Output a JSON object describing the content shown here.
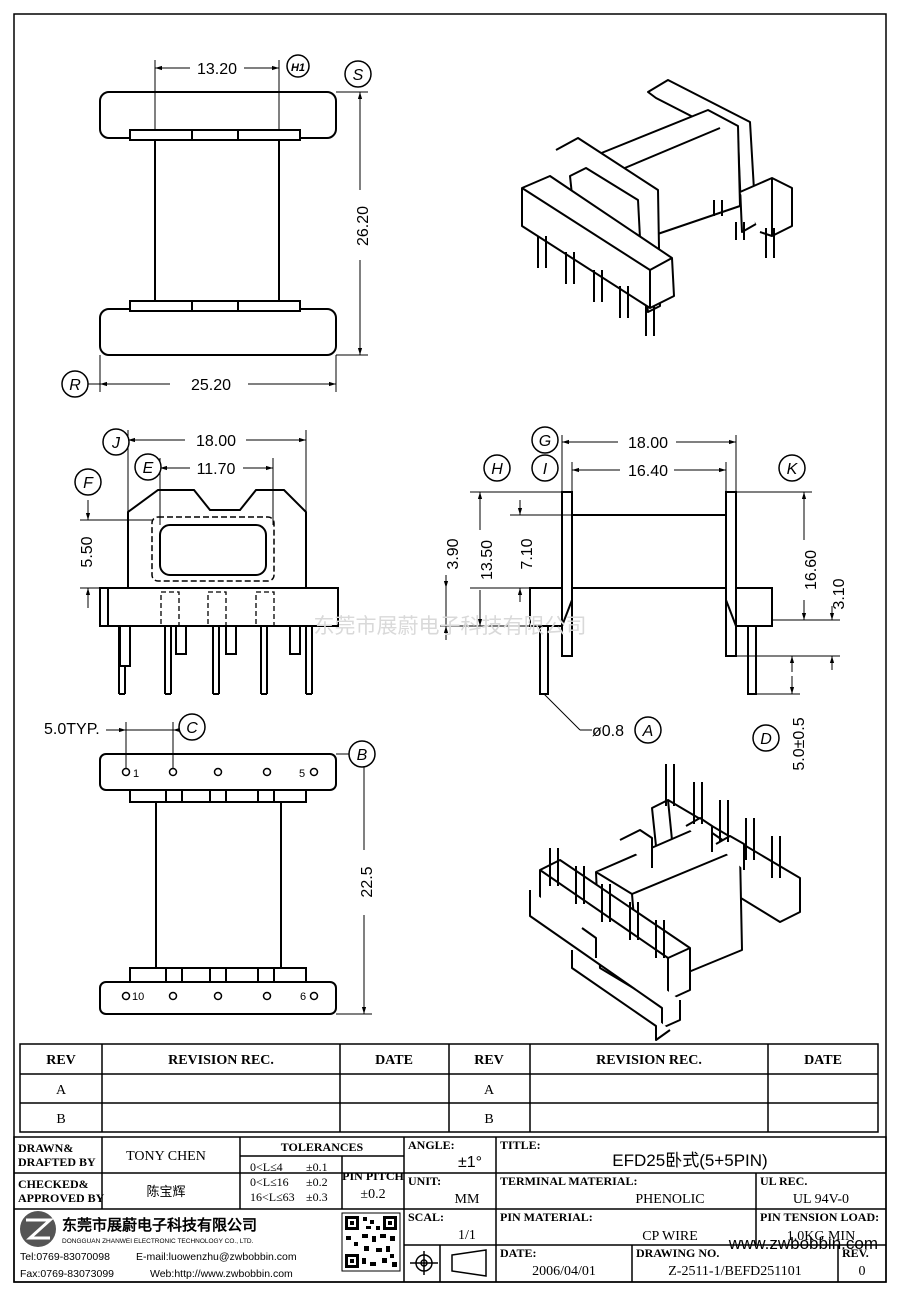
{
  "views": {
    "top": {
      "dim_width_top": "13.20",
      "dim_width_bottom": "25.20",
      "dim_height": "26.20",
      "label_h1": "H1",
      "label_s": "S",
      "label_r": "R"
    },
    "front": {
      "label_j": "J",
      "label_e": "E",
      "label_f": "F",
      "dim_overall": "18.00",
      "dim_window": "11.70",
      "dim_height": "5.50"
    },
    "side": {
      "label_g": "G",
      "label_h": "H",
      "label_i": "I",
      "label_k": "K",
      "label_a": "A",
      "label_d": "D",
      "dim_overall": "18.00",
      "dim_inner": "16.40",
      "dim_a": "3.90",
      "dim_b": "13.50",
      "dim_c": "7.10",
      "dim_d": "16.60",
      "dim_e": "3.10",
      "dim_pin_len": "5.0±0.5",
      "dim_pin_dia": "ø0.8"
    },
    "bottom": {
      "label_c": "C",
      "label_b": "B",
      "dim_pitch": "5.0TYP.",
      "dim_height": "22.5",
      "pins_top": [
        "1",
        "5"
      ],
      "pins_bottom": [
        "10",
        "6"
      ]
    }
  },
  "watermark": "东莞市展蔚电子科技有限公司",
  "watermark_url": "www.zwbobbin.com",
  "revision_table": {
    "headers": [
      "REV",
      "REVISION REC.",
      "DATE",
      "REV",
      "REVISION REC.",
      "DATE"
    ],
    "rows": [
      [
        "A",
        "",
        "",
        "A",
        "",
        ""
      ],
      [
        "B",
        "",
        "",
        "B",
        "",
        ""
      ]
    ]
  },
  "title_block": {
    "drawn_label_1": "DRAWN&",
    "drawn_label_2": "DRAFTED BY",
    "drawn_value": "TONY CHEN",
    "checked_label_1": "CHECKED&",
    "checked_label_2": "APPROVED BY",
    "checked_value": "陈宝辉",
    "tolerances_label": "TOLERANCES",
    "tol_rows": [
      [
        "0<L≤4",
        "±0.1"
      ],
      [
        "0<L≤16",
        "±0.2"
      ],
      [
        "16<L≤63",
        "±0.3"
      ]
    ],
    "pin_pitch_label_1": "PIN PITCH",
    "pin_pitch_value": "±0.2",
    "angle_label": "ANGLE:",
    "angle_value": "±1°",
    "unit_label": "UNIT:",
    "unit_value": "MM",
    "scale_label": "SCAL:",
    "scale_value": "1/1",
    "title_label": "TITLE:",
    "title_value": "EFD25卧式(5+5PIN)",
    "terminal_label": "TERMINAL MATERIAL:",
    "terminal_value": "PHENOLIC",
    "ul_label": "UL REC.",
    "ul_value": "UL 94V-0",
    "pin_material_label": "PIN MATERIAL:",
    "pin_material_value": "CP WIRE",
    "pin_tension_label": "PIN TENSION LOAD:",
    "pin_tension_value": "1.0KG MIN",
    "date_label": "DATE:",
    "date_value": "2006/04/01",
    "drawing_no_label": "DRAWING NO.",
    "drawing_no_value": "Z-2511-1/BEFD251101",
    "rev_label": "REV.",
    "rev_value": "0",
    "company_cn": "东莞市展蔚电子科技有限公司",
    "company_en": "DONGGUAN ZHANWEI ELECTRONIC TECHNOLOGY CO., LTD.",
    "tel": "Tel:0769-83070098",
    "email": "E-mail:luowenzhu@zwbobbin.com",
    "fax": "Fax:0769-83073099",
    "web": "Web:http://www.zwbobbin.com"
  }
}
